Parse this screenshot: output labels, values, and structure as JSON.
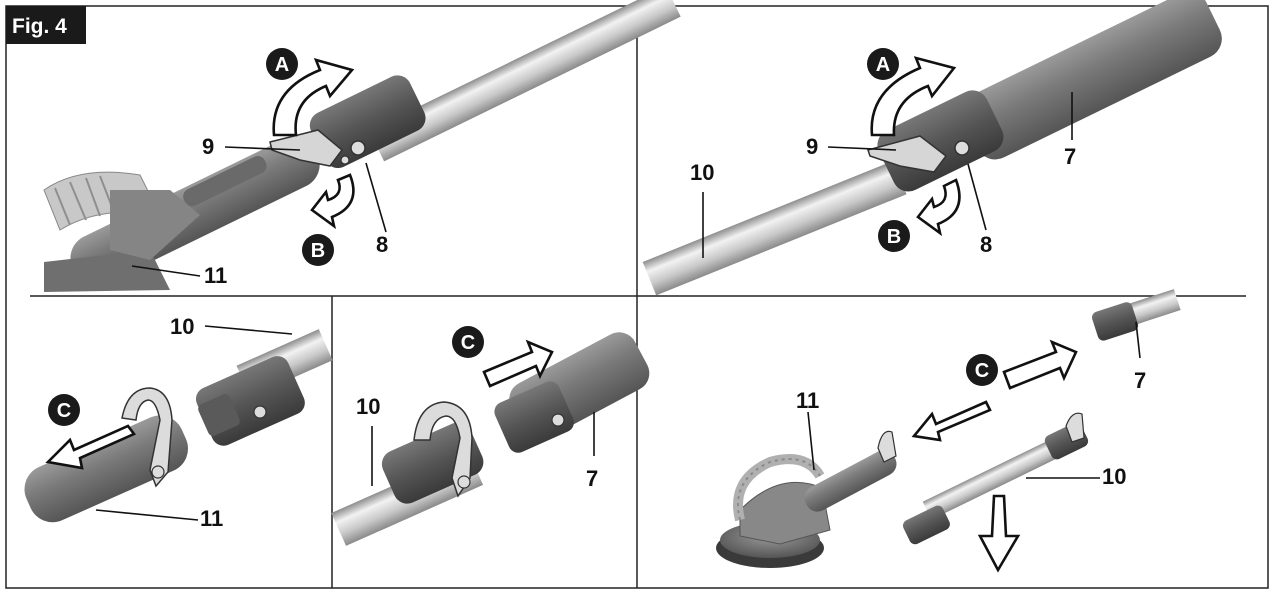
{
  "figure": {
    "title": "Fig. 4",
    "colors": {
      "tube_light": "#ececec",
      "tube_mid": "#c4c4c4",
      "tube_dark": "#8d8d8d",
      "grip": "#7e7e7e",
      "grip_dark": "#5c5c5c",
      "ink": "#111111",
      "badge": "#1a1a1a"
    },
    "panels": {
      "top_left": {
        "letters": [
          "A",
          "B"
        ],
        "labels": [
          "9",
          "8",
          "11"
        ]
      },
      "top_right": {
        "letters": [
          "A",
          "B"
        ],
        "labels": [
          "10",
          "9",
          "7",
          "8"
        ]
      },
      "bottom_left": {
        "letters": [
          "C"
        ],
        "labels": [
          "10",
          "11"
        ]
      },
      "bottom_middle": {
        "letters": [
          "C"
        ],
        "labels": [
          "10",
          "7"
        ]
      },
      "bottom_right": {
        "letters": [
          "C"
        ],
        "labels": [
          "7",
          "11",
          "10"
        ]
      }
    },
    "icons": [
      "rotate-arrow-icon",
      "push-arrow-icon",
      "pull-arrow-icon",
      "down-arrow-icon"
    ]
  }
}
